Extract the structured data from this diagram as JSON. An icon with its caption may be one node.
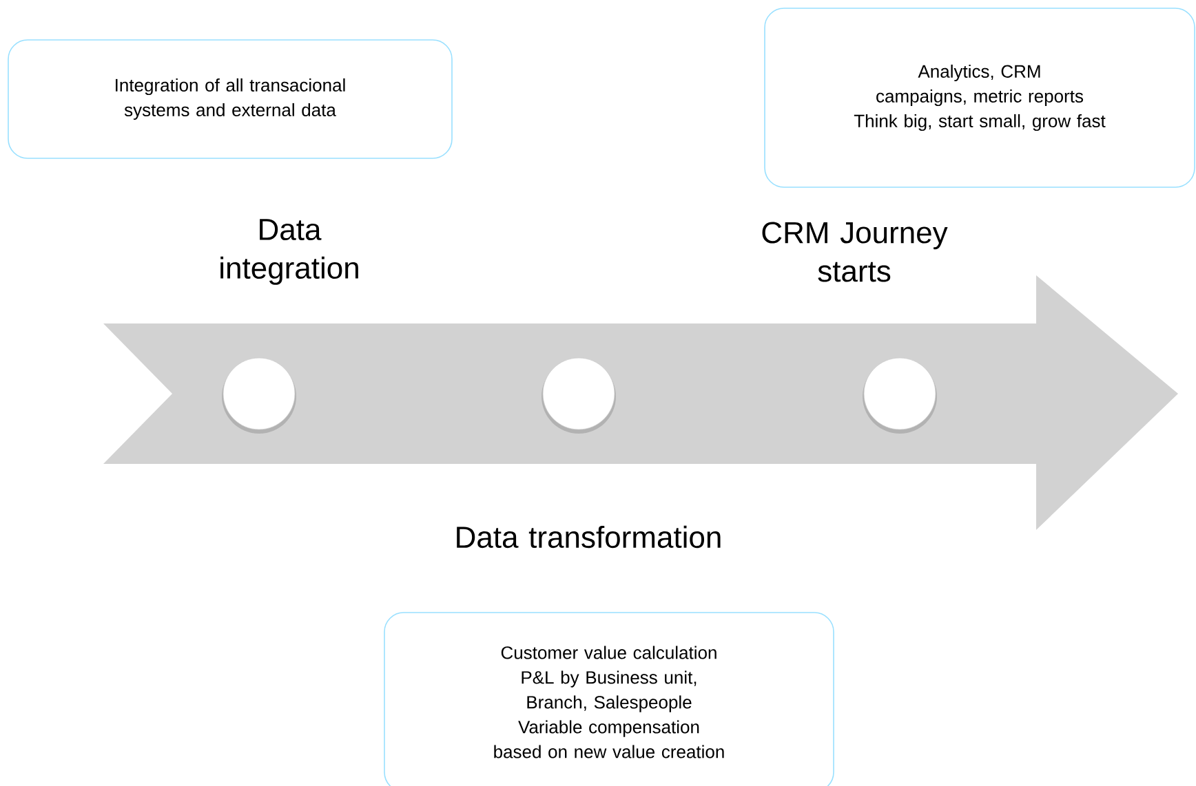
{
  "diagram": {
    "nodes": [
      {
        "text": [
          "Integration of all transacional systems and external data"
        ]
      },
      {
        "text": [
          "Analytics, CRM campaigns, metric reports",
          "Think big, start small, grow fast"
        ]
      },
      {
        "text": [],
        "shape": "circle"
      },
      {
        "text": [],
        "shape": "circle"
      },
      {
        "text": [],
        "shape": "circle"
      },
      {
        "text": [
          "Customer value calculation",
          "P&L by Business unit, Branch, Salespeople",
          "Variable compensation based on new value creation"
        ]
      }
    ],
    "edges": [],
    "labels": [
      "Data integration",
      "CRM Journey starts",
      "Data transformation"
    ]
  }
}
